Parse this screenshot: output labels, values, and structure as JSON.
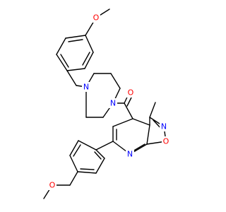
{
  "molecule": {
    "colors": {
      "bond": "#000000",
      "oxygen": "#ff0000",
      "nitrogen": "#0000ff",
      "background": "#ffffff"
    },
    "atom_labels": {
      "methoxy_oxygen_top": "O",
      "piperazine_n_upper": "N",
      "piperazine_n_lower": "N",
      "carbonyl_oxygen": "O",
      "isoxazole_n": "N",
      "pyridine_n": "N",
      "isoxazole_o": "O",
      "methoxy_oxygen_bottom": "O"
    }
  }
}
